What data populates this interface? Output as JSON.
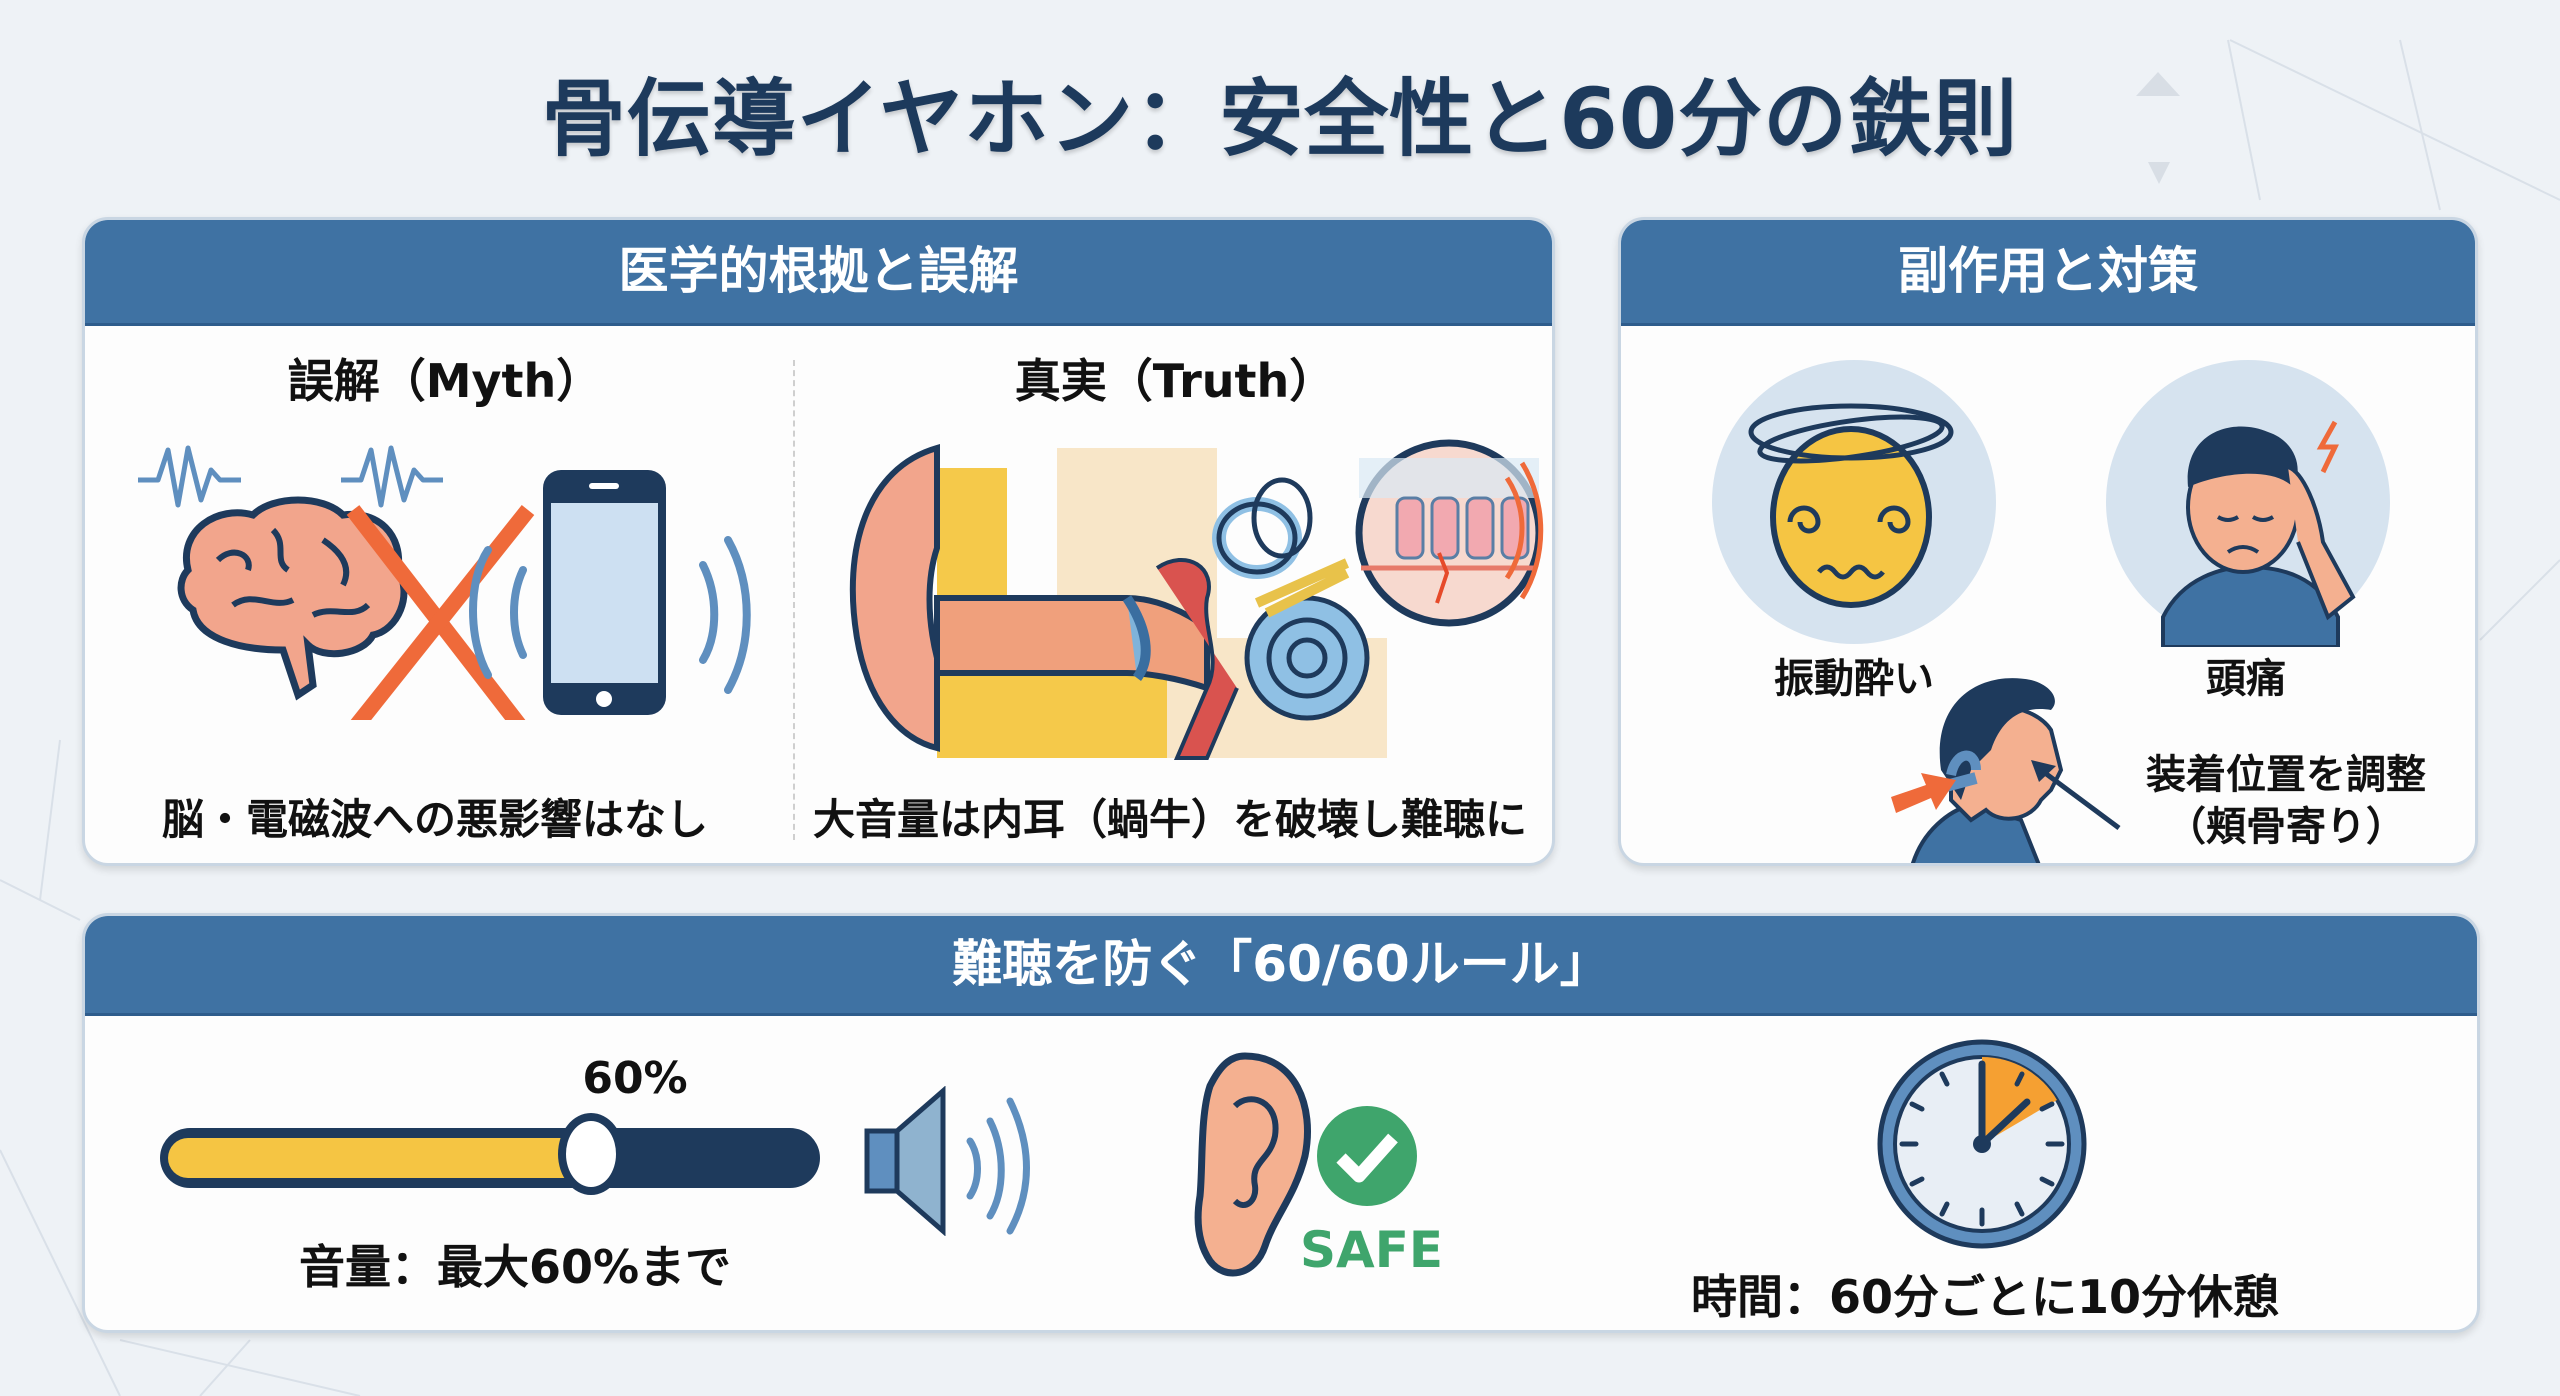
{
  "title": "骨伝導イヤホン：安全性と60分の鉄則",
  "panels": {
    "medical": {
      "header": "医学的根拠と誤解",
      "myth": {
        "heading": "誤解（Myth）",
        "caption": "脳・電磁波への悪影響はなし",
        "icons": [
          "brain-icon",
          "brainwave-icon",
          "cross-mark-icon",
          "smartphone-icon",
          "signal-waves-icon"
        ]
      },
      "truth": {
        "heading": "真実（Truth）",
        "caption": "大音量は内耳（蝸牛）を破壊し難聴に",
        "icons": [
          "ear-anatomy-icon",
          "cochlea-icon",
          "hair-cell-magnifier-icon"
        ]
      }
    },
    "side_effects": {
      "header": "副作用と対策",
      "items": [
        {
          "label": "振動酔い",
          "icon": "dizzy-face-icon"
        },
        {
          "label": "頭痛",
          "icon": "headache-person-icon"
        }
      ],
      "countermeasure": {
        "line1": "装着位置を調整",
        "line2": "（頬骨寄り）",
        "icon": "bone-conduction-headset-profile-icon"
      }
    },
    "rule": {
      "header": "難聴を防ぐ「60/60ルール」",
      "volume": {
        "percent_label": "60%",
        "value": 60,
        "caption": "音量：最大60%まで",
        "icon": "speaker-icon"
      },
      "safe": {
        "badge": "SAFE",
        "icon": "ear-check-icon"
      },
      "time": {
        "caption": "時間：60分ごとに10分休憩",
        "icon": "clock-icon"
      }
    }
  },
  "colors": {
    "header_blue": "#3f72a3",
    "title_navy": "#1d3a5c",
    "accent_orange": "#ef6a3a",
    "slider_yellow": "#f5c543",
    "safe_green": "#3fa56c",
    "clock_orange": "#f5a032"
  }
}
